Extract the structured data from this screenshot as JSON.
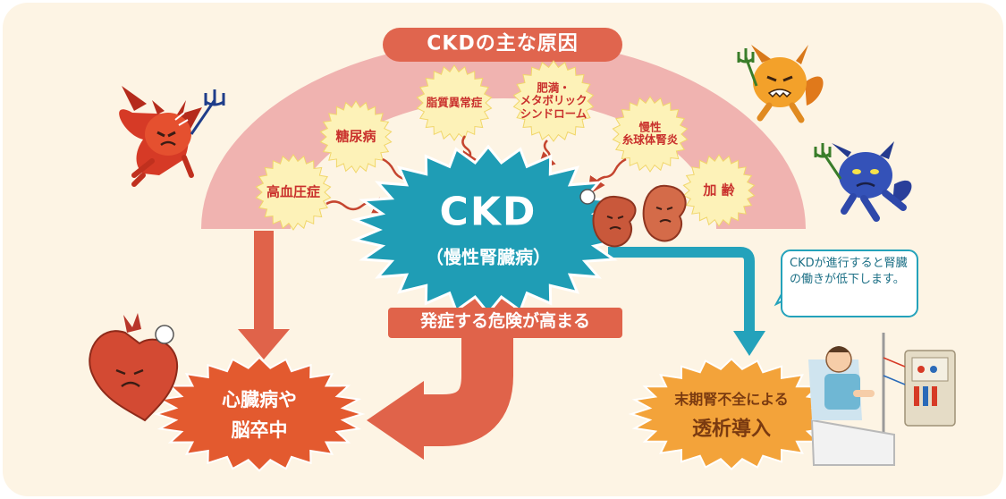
{
  "title": "CKDの主な原因",
  "causes": [
    {
      "label": "高血圧症"
    },
    {
      "label": "糖尿病"
    },
    {
      "label": "脂質異常症"
    },
    {
      "label": "肥満・\nメタボリック\nシンドローム"
    },
    {
      "label": "慢性\n糸球体腎炎"
    },
    {
      "label": "加 齢"
    }
  ],
  "center": {
    "main": "CKD",
    "sub": "（慢性腎臓病）"
  },
  "risk_banner": "発症する危険が高まる",
  "outcomes": {
    "left": {
      "line1": "心臓病や",
      "line2": "脳卒中"
    },
    "right": {
      "line1": "末期腎不全による",
      "line2": "透析導入"
    }
  },
  "note": "CKDが進行すると腎臓の働きが低下します。",
  "colors": {
    "background": "#fdf4e4",
    "arc": "#f0b3b0",
    "title_band": "#e0654e",
    "cause_burst": "#fdf2b8",
    "cause_text": "#c9302c",
    "ckd_burst": "#1f9db5",
    "orange_arrow": "#e0634a",
    "teal_arrow": "#24a2bb",
    "left_outcome_burst": "#e35a2f",
    "right_outcome_burst": "#f3a33a"
  },
  "icons": [
    "devil-icon",
    "kidney-icon",
    "heart-icon",
    "dialysis-patient-icon"
  ]
}
